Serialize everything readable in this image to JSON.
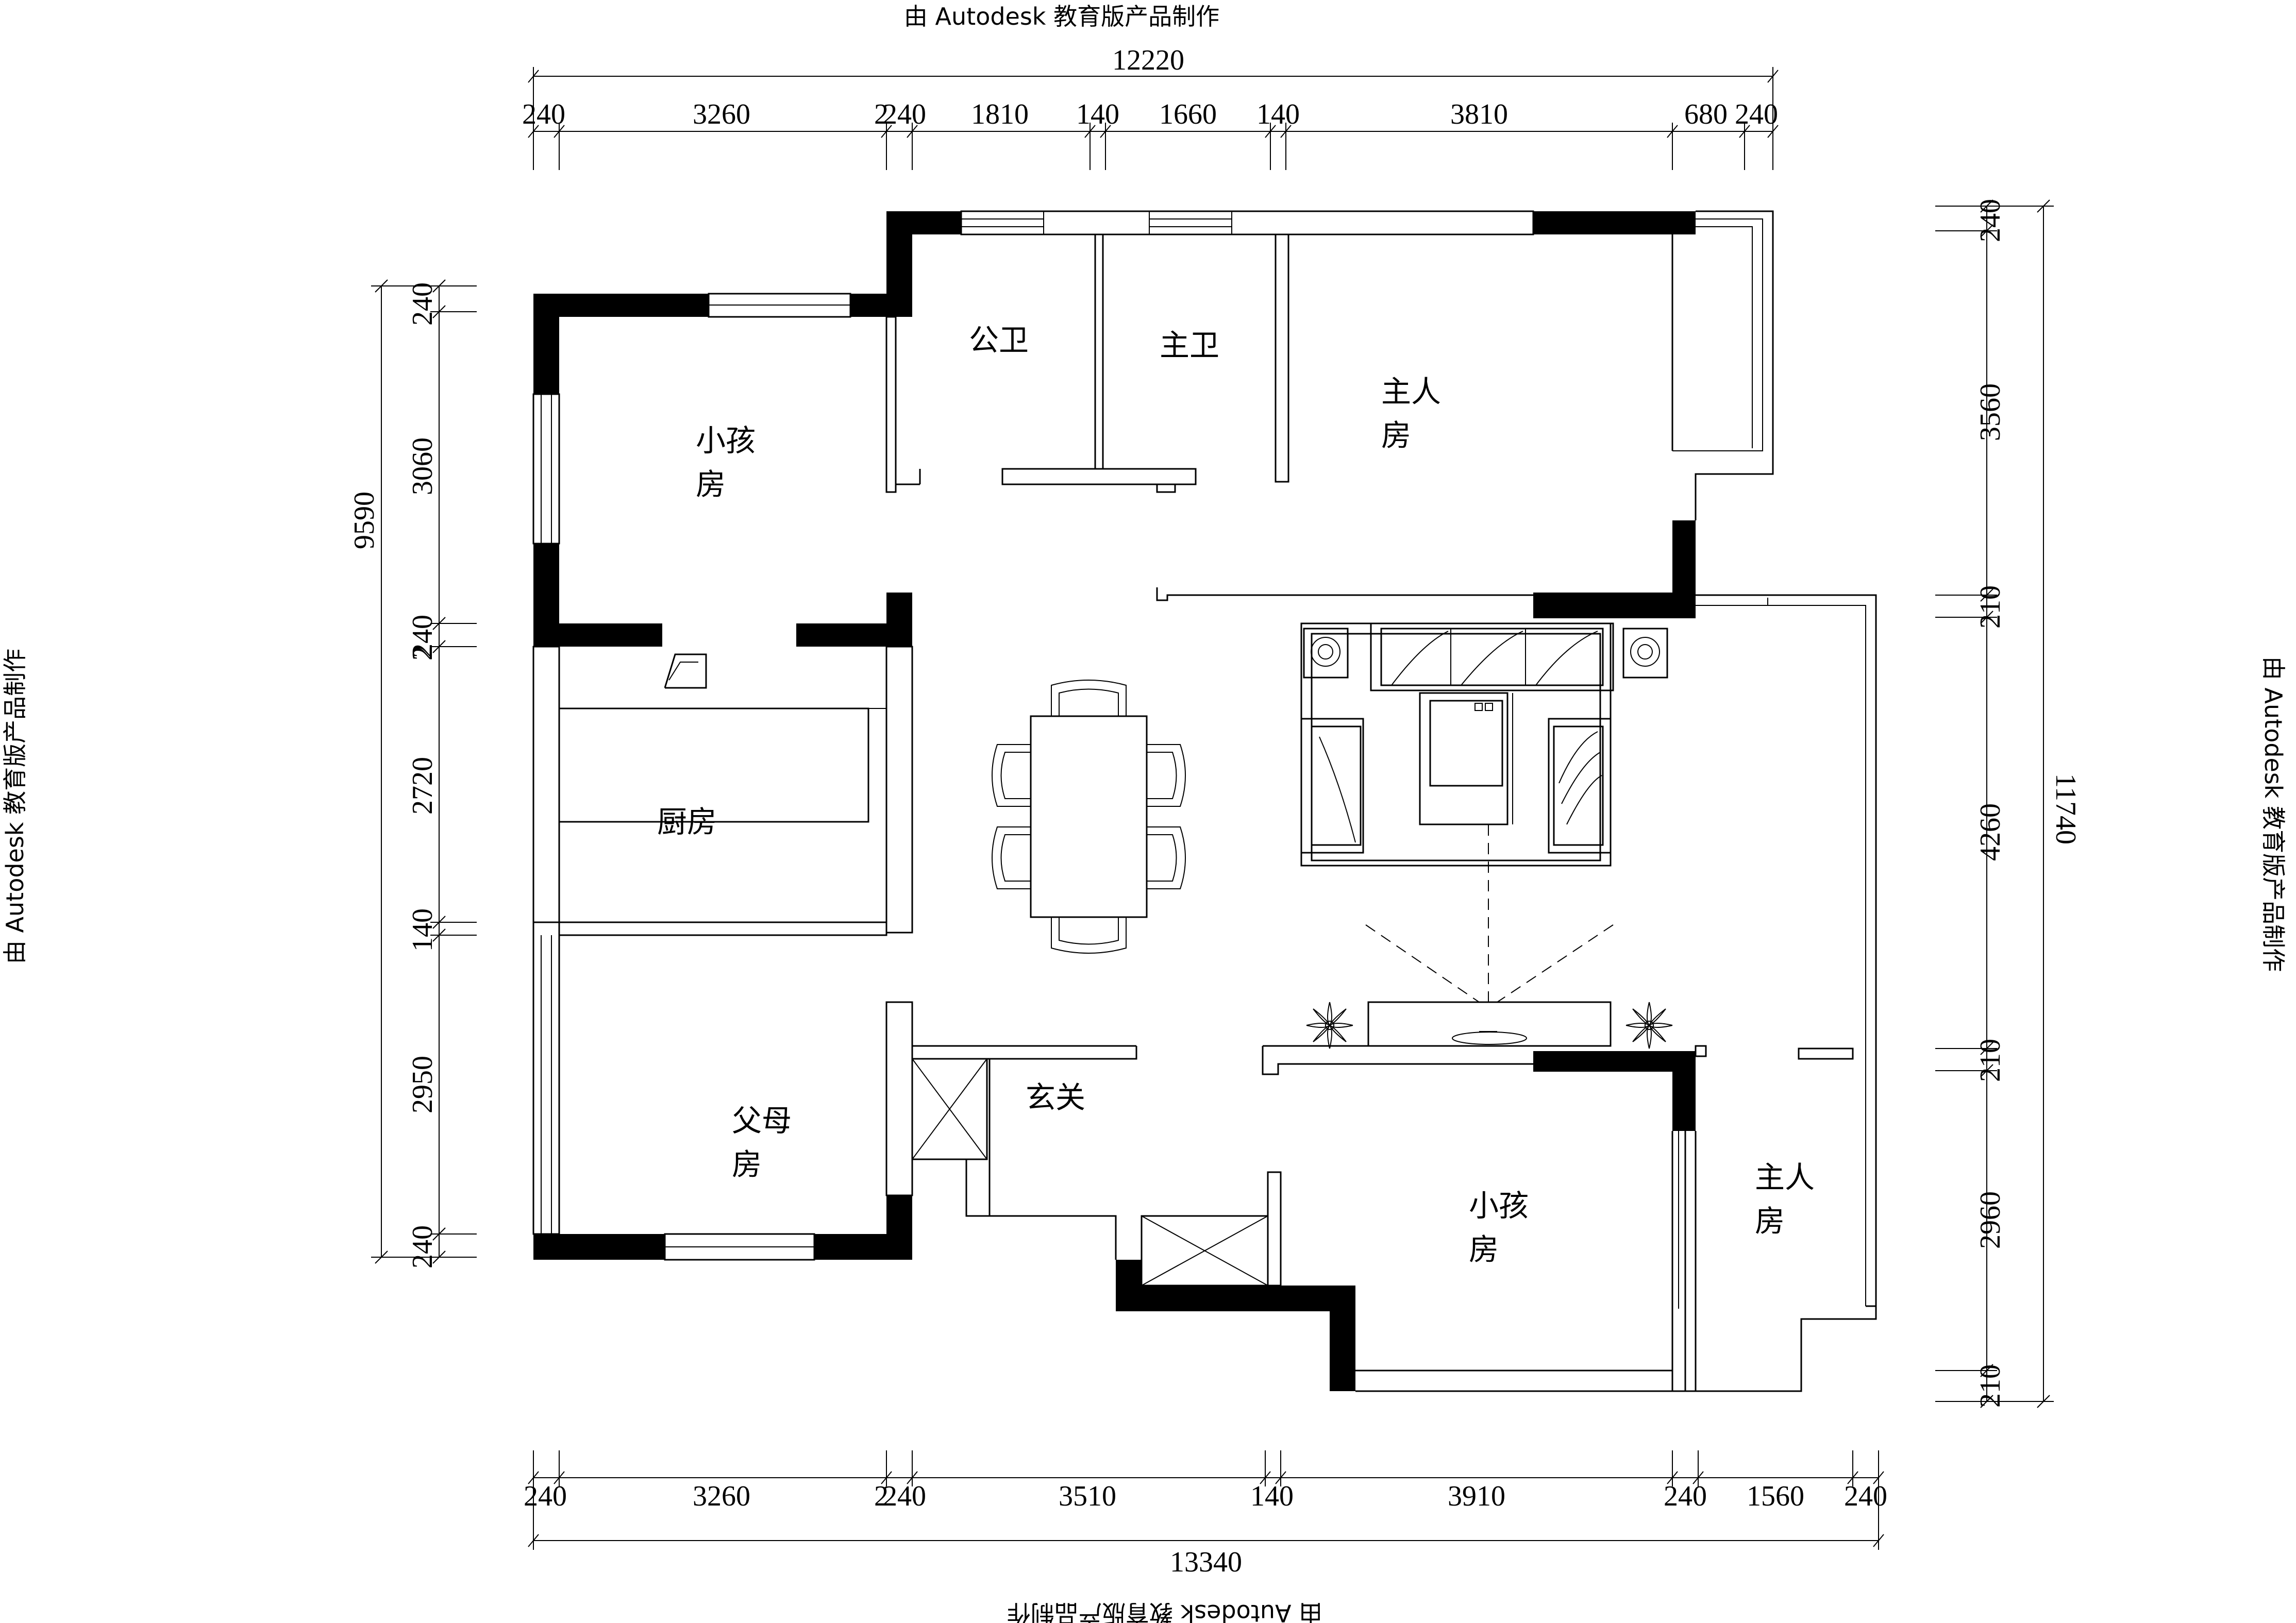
{
  "watermark": {
    "text": "由 Autodesk 教育版产品制作"
  },
  "dimensions": {
    "top_total": "12220",
    "top": [
      "240",
      "3260",
      "2",
      "240",
      "1810",
      "140",
      "1660",
      "140",
      "3810",
      "680",
      "240"
    ],
    "bottom_total": "13340",
    "bottom": [
      "240",
      "3260",
      "2",
      "240",
      "3510",
      "140",
      "3910",
      "240",
      "1560",
      "240"
    ],
    "left_total": "9590",
    "left": [
      "240",
      "3060",
      "240",
      "2",
      "2720",
      "140",
      "2950",
      "240"
    ],
    "right_total": "11740",
    "right": [
      "240",
      "3560",
      "210",
      "4260",
      "210",
      "2960",
      "210"
    ]
  },
  "rooms": {
    "child_room_nw": [
      "小孩",
      "房"
    ],
    "public_bath": "公卫",
    "master_bath": "主卫",
    "master_room_ne": [
      "主人",
      "房"
    ],
    "kitchen": "厨房",
    "parents_room": [
      "父母",
      "房"
    ],
    "entrance": "玄关",
    "child_room_s": [
      "小孩",
      "房"
    ],
    "master_room_se": [
      "主人",
      "房"
    ]
  }
}
